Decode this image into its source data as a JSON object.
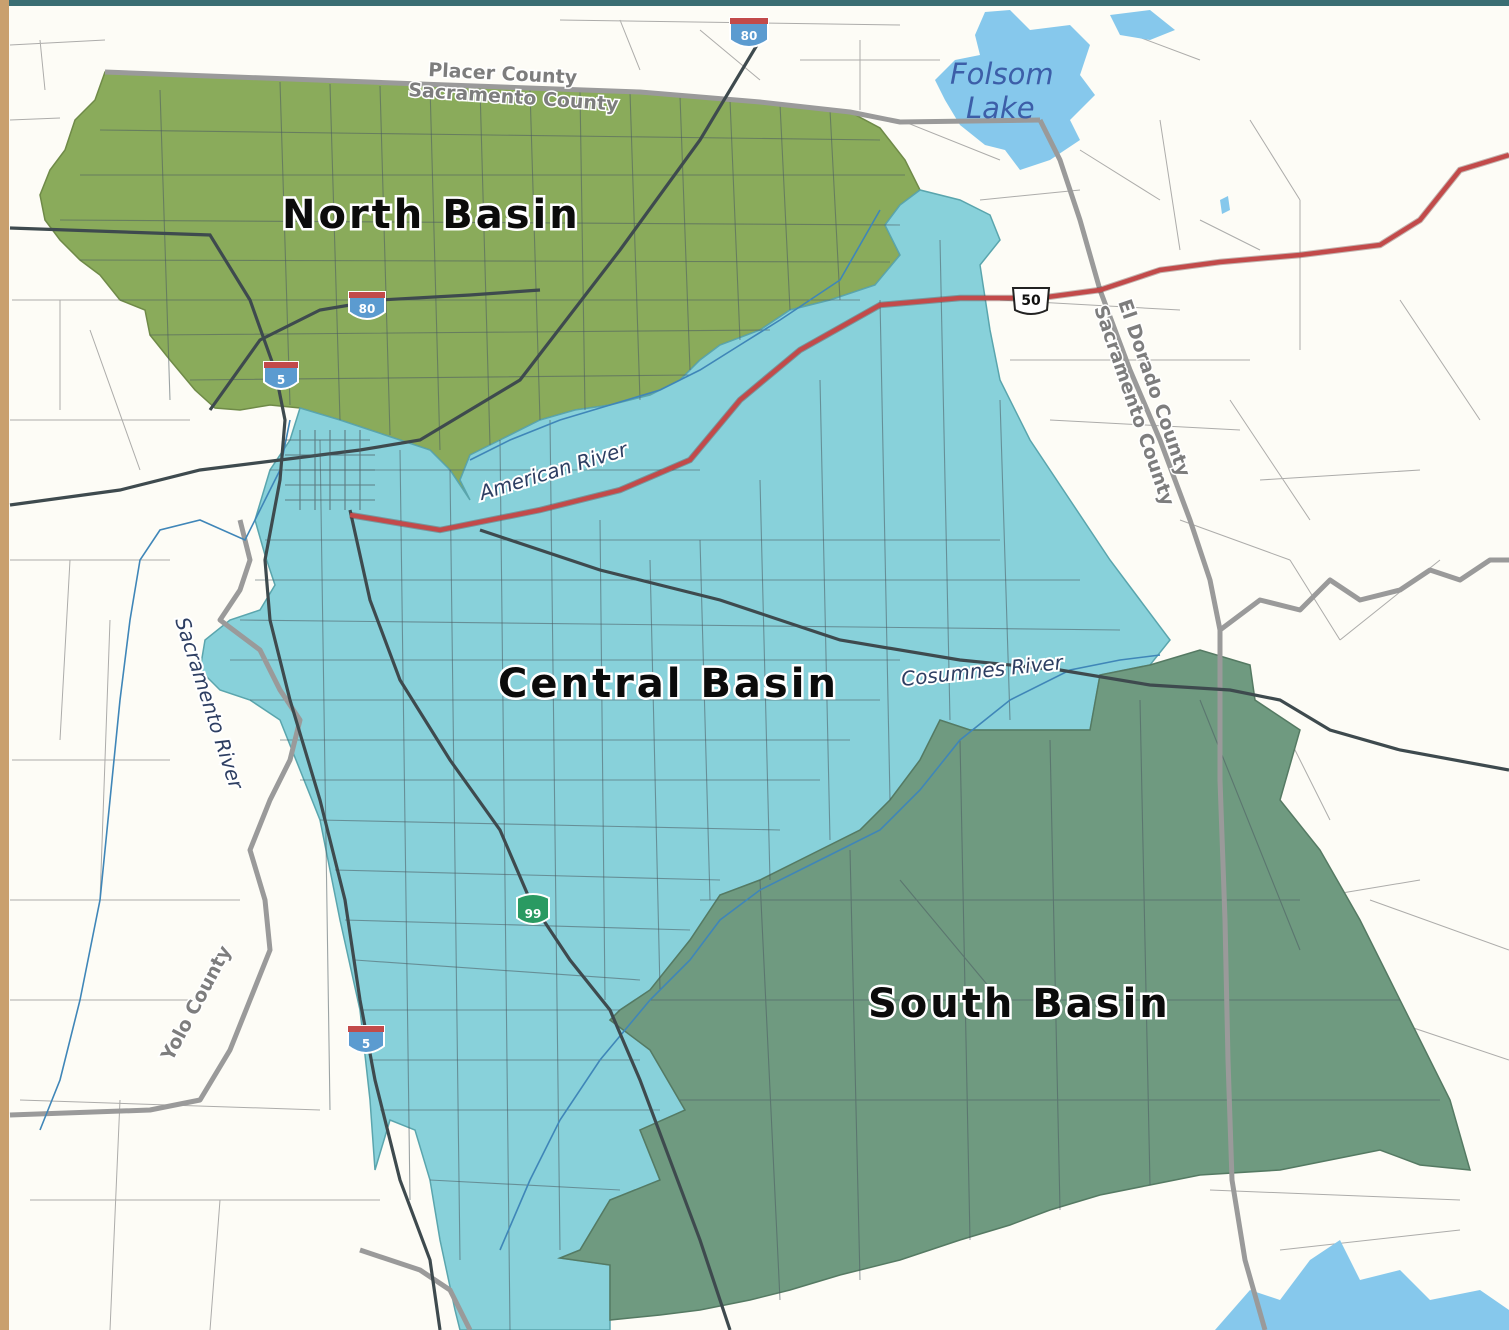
{
  "map": {
    "basins": {
      "north": "North Basin",
      "central": "Central Basin",
      "south": "South Basin"
    },
    "rivers": {
      "american": "American River",
      "cosumnes": "Cosumnes River",
      "sacramento": "Sacramento River"
    },
    "lakes": {
      "folsom_line1": "Folsom",
      "folsom_line2": "Lake"
    },
    "counties": {
      "placer": "Placer County",
      "sacramento_top": "Sacramento County",
      "el_dorado": "El Dorado County",
      "sacramento_east": "Sacramento County",
      "yolo": "Yolo County"
    },
    "highways": {
      "i80_north": "80",
      "i80_mid": "80",
      "i5_north": "5",
      "i5_south": "5",
      "us50": "50",
      "sr99": "99"
    },
    "colors": {
      "north_basin": "#8aab5b",
      "central_basin": "#88d1da",
      "south_basin": "#6f9a80",
      "water": "#86c8ec",
      "background": "#fdfcf6",
      "frame_top": "#3a6e73"
    }
  }
}
